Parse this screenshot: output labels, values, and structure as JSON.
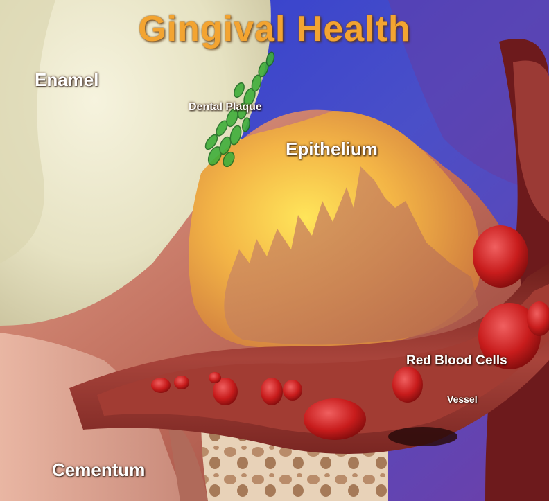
{
  "title": "Gingival Health",
  "labels": {
    "enamel": "Enamel",
    "dental_plaque": "Dental Plaque",
    "epithelium": "Epithelium",
    "red_blood_cells": "Red Blood Cells",
    "vessel": "Vessel",
    "cementum": "Cementum"
  },
  "colors": {
    "title": "#f3a431",
    "sky_blue": "#3a3ec8",
    "enamel": "#e9e6c8",
    "gum": "#c9776a",
    "epithelium": "#f0b04a",
    "blood": "#c41a1a",
    "plaque": "#3fae3a"
  }
}
